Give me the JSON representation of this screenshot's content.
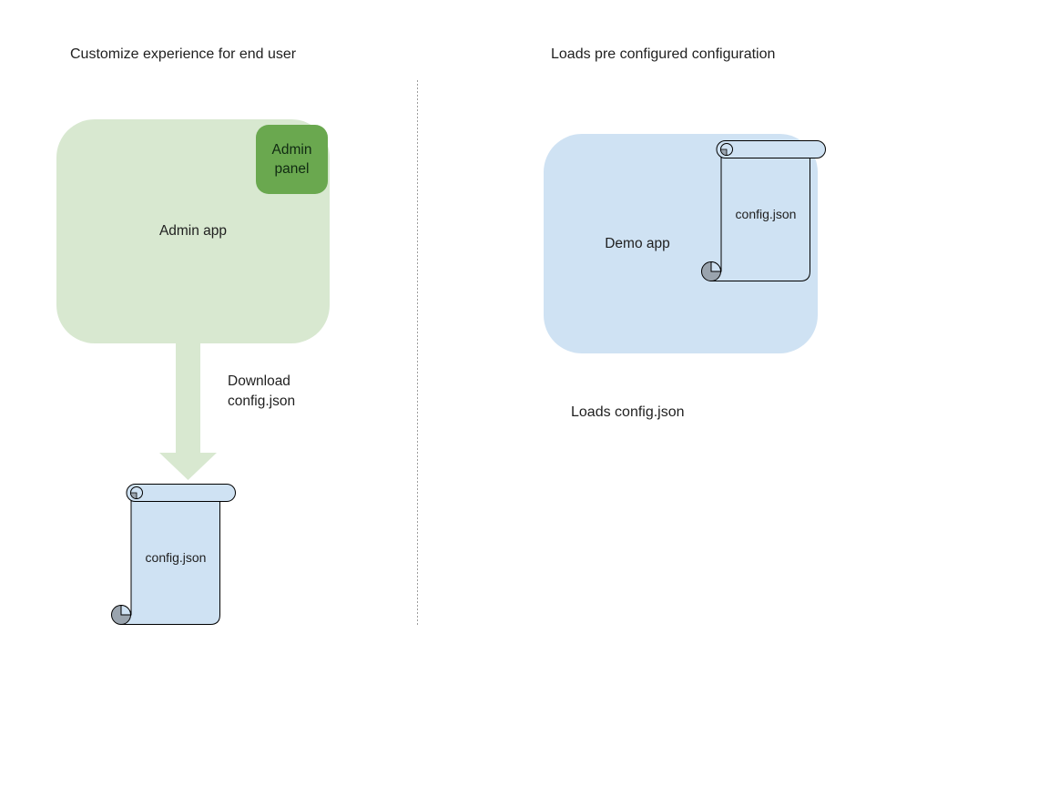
{
  "left": {
    "title": "Customize experience for end user",
    "admin_app_label": "Admin app",
    "admin_panel_label": "Admin panel",
    "arrow_caption": "Download config.json",
    "config_file_label": "config.json"
  },
  "right": {
    "title": "Loads pre configured configuration",
    "demo_app_label": "Demo app",
    "config_file_label": "config.json",
    "caption": "Loads config.json"
  },
  "colors": {
    "admin_app_fill": "#d8e8d0",
    "admin_panel_fill": "#6aa84f",
    "arrow_fill": "#d8e8d0",
    "demo_app_fill": "#cfe2f3",
    "scroll_fill": "#cfe2f3",
    "scroll_curl_gray": "#9aa4ae",
    "outline": "#000000",
    "divider": "#9e9e9e",
    "text": "#1f1f1f"
  }
}
